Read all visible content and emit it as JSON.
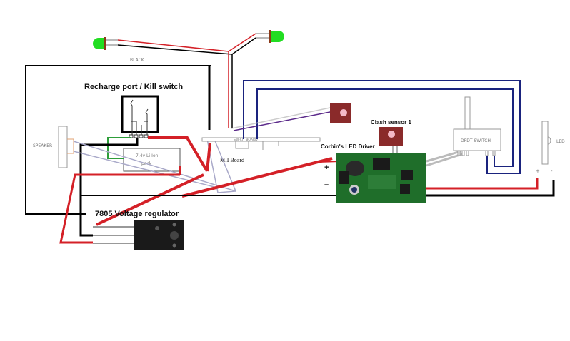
{
  "title": "Lightsaber sound board wiring diagram",
  "labels": {
    "black_wire": "BLACK",
    "recharge_port": "Recharge port / Kill switch",
    "speaker": "SPEAKER",
    "battery_line1": "7.4v Li-Ion",
    "battery_line2": "pack",
    "sound_board_silk": "SW-CIT BOARD",
    "mii_board": "MII Board",
    "clash_sensor": "Clash sensor 1",
    "led_driver": "Corbin's LED Driver",
    "plus": "+",
    "minus": "–",
    "dpdt_switch": "DPDT SWITCH",
    "led": "LED",
    "led_plus": "+",
    "led_minus": "-",
    "regulator": "7805 Voltage regulator"
  },
  "colors": {
    "wire_red": "#d42027",
    "wire_black": "#000000",
    "wire_blue": "#1a237e",
    "wire_gray": "#a9a9c9",
    "wire_green": "#2e9e3a",
    "led_green": "#22dd22",
    "pcb_green": "#1f6e2a",
    "sensor_red": "#8a2a2a",
    "regulator_body": "#1a1a1a"
  }
}
